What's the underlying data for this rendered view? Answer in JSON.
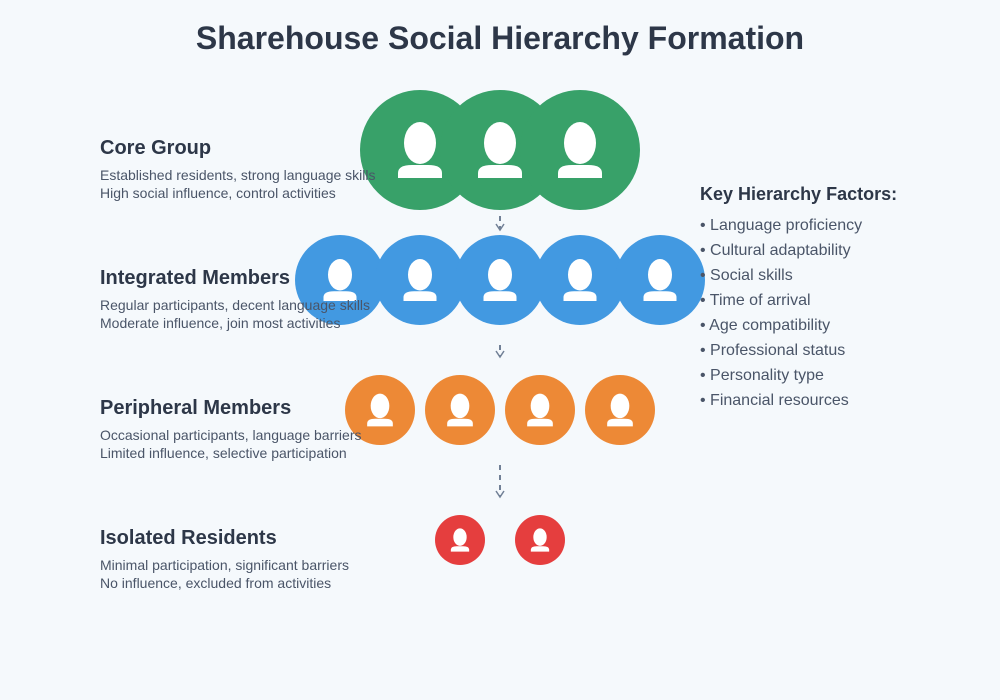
{
  "title": "Sharehouse Social Hierarchy Formation",
  "tiers": [
    {
      "name": "Core Group",
      "line1": "Established residents, strong language skills",
      "line2": "High social influence, control activities",
      "color": "#38a169",
      "count": 3
    },
    {
      "name": "Integrated Members",
      "line1": "Regular participants, decent language skills",
      "line2": "Moderate influence, join most activities",
      "color": "#4299e1",
      "count": 5
    },
    {
      "name": "Peripheral Members",
      "line1": "Occasional participants, language barriers",
      "line2": "Limited influence, selective participation",
      "color": "#ed8936",
      "count": 4
    },
    {
      "name": "Isolated Residents",
      "line1": "Minimal participation, significant barriers",
      "line2": "No influence, excluded from activities",
      "color": "#e53e3e",
      "count": 2
    }
  ],
  "factors": {
    "heading": "Key Hierarchy Factors:",
    "items": [
      "• Language proficiency",
      "• Cultural adaptability",
      "• Social skills",
      "• Time of arrival",
      "• Age compatibility",
      "• Professional status",
      "• Personality type",
      "• Financial resources"
    ]
  },
  "icon": "person-icon",
  "arrow_color": "#718096"
}
